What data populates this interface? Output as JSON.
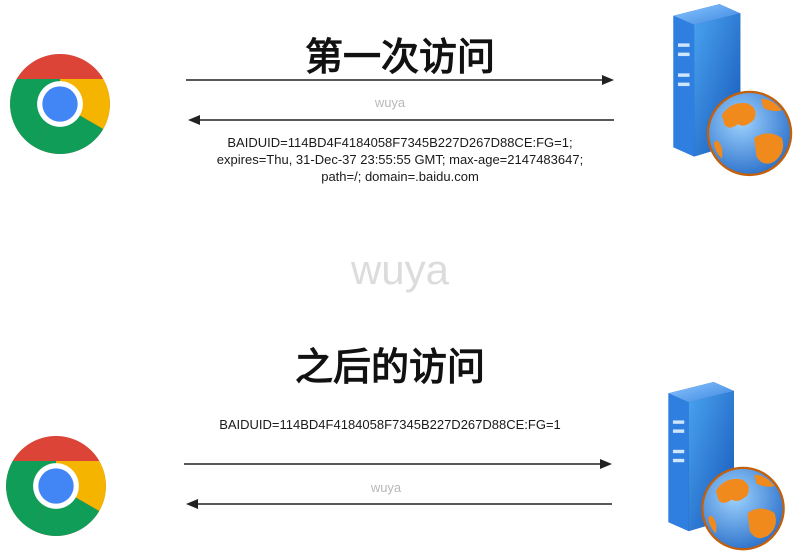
{
  "scene1": {
    "title": "第一次访问",
    "watermark": "wuya",
    "cookie_lines": [
      "BAIDUID=114BD4F4184058F7345B227D267D88CE:FG=1;",
      "expires=Thu, 31-Dec-37 23:55:55 GMT; max-age=2147483647;",
      "path=/; domain=.baidu.com"
    ]
  },
  "center_watermark": "wuya",
  "scene2": {
    "title": "之后的访问",
    "cookie_line": "BAIDUID=114BD4F4184058F7345B227D267D88CE:FG=1",
    "watermark": "wuya"
  },
  "icons": {
    "browser": "chrome-browser-icon",
    "server": "server-globe-icon"
  },
  "colors": {
    "chrome_red": "#DB4437",
    "chrome_yellow": "#F4B400",
    "chrome_green": "#0F9D58",
    "chrome_blue": "#4285F4",
    "server_blue": "#1f6fd6",
    "globe_orange": "#f08a1c"
  }
}
